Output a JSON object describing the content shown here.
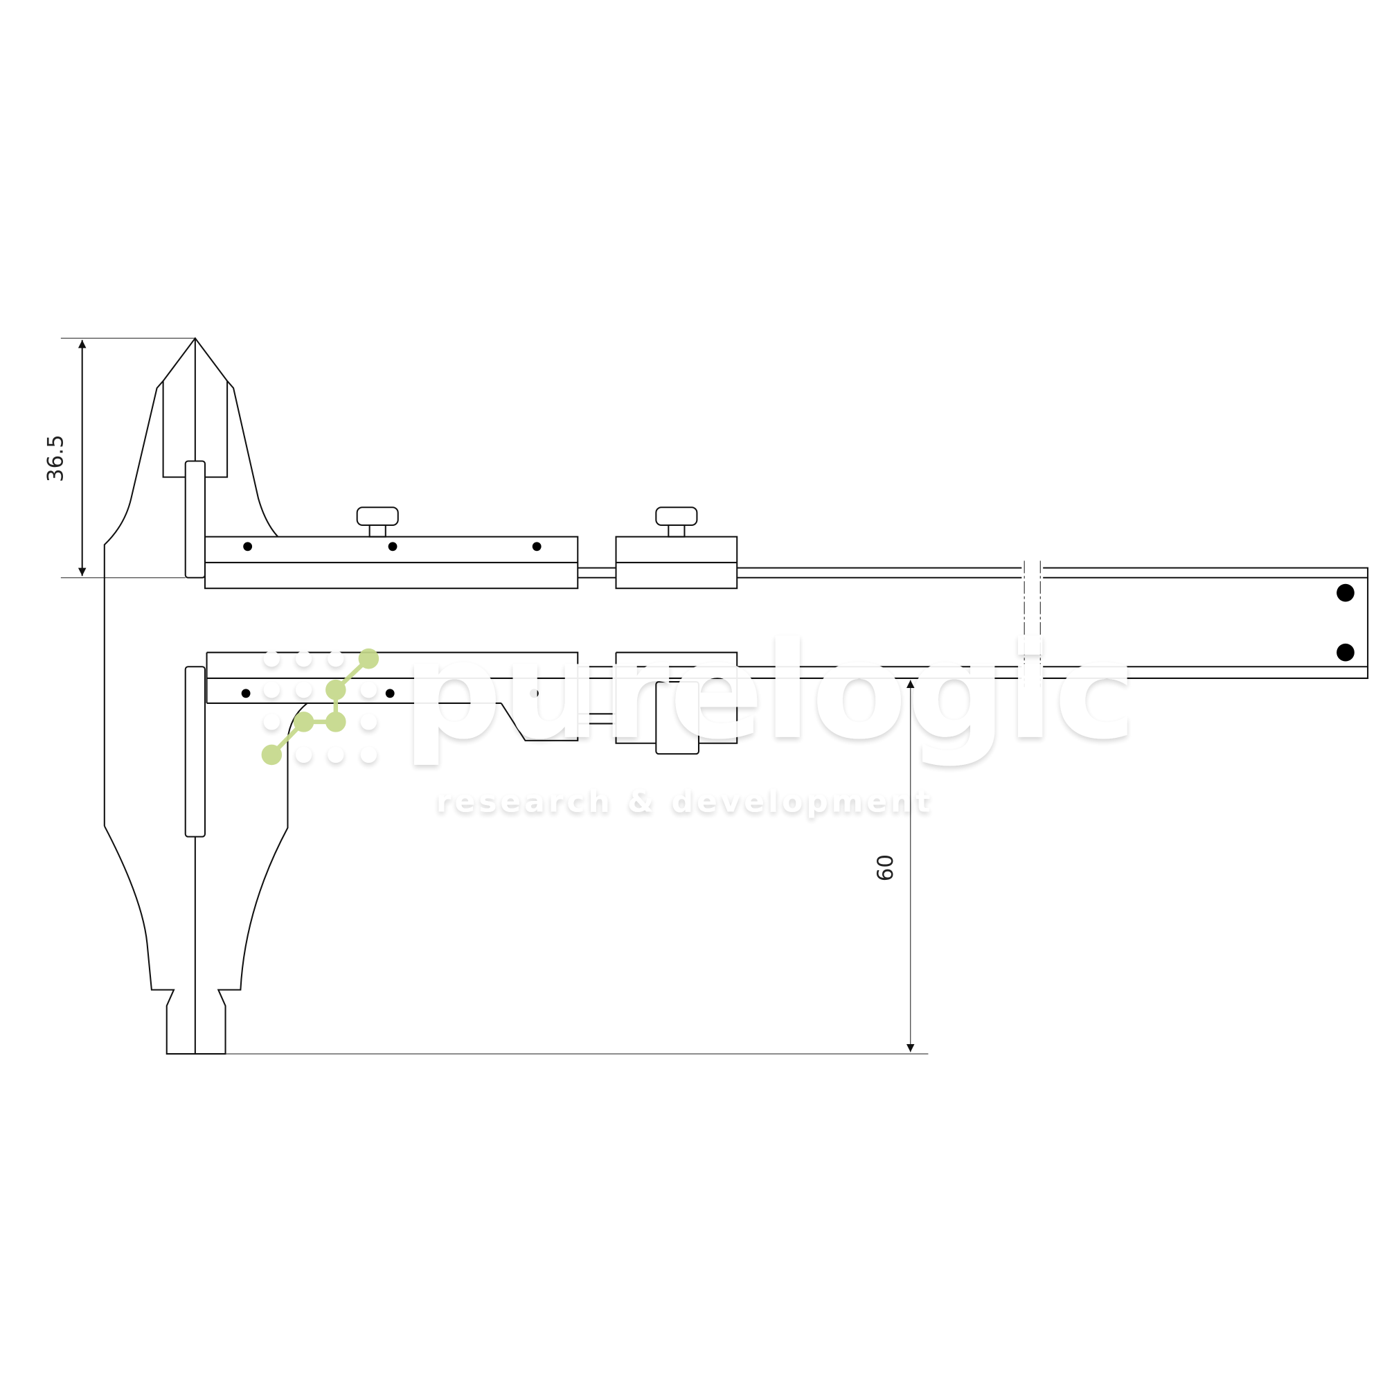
{
  "dimensions": {
    "jaw_depth": "36.5",
    "lower_jaw_depth": "60"
  },
  "watermark": {
    "brand": "purelogic",
    "tagline": "research & development",
    "accent_color": "#c5d88a"
  },
  "colors": {
    "line": "#111111",
    "background": "#ffffff"
  }
}
